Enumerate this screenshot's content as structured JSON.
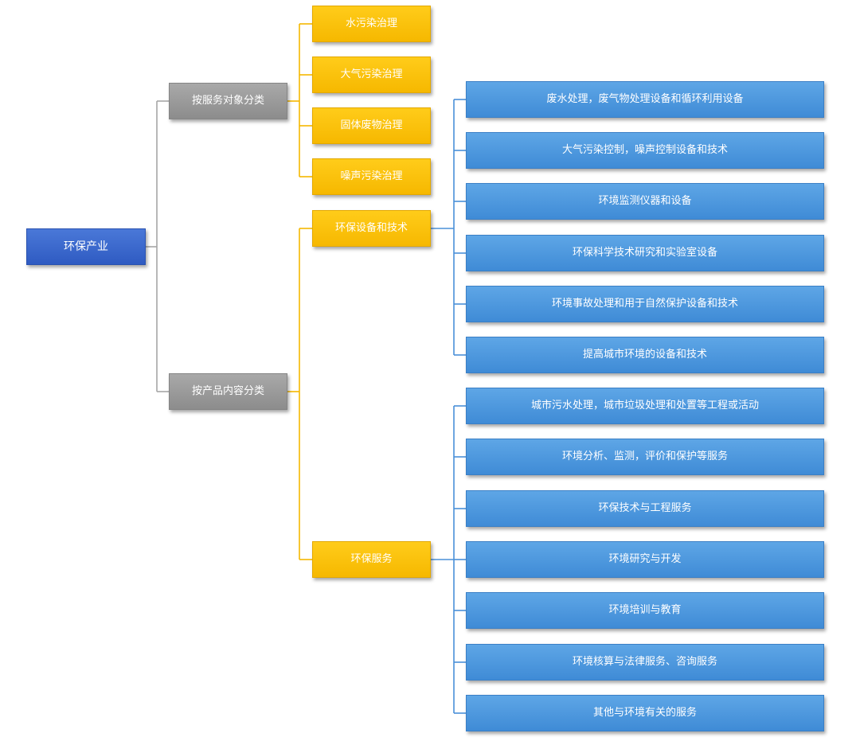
{
  "root": {
    "label": "环保产业"
  },
  "level1": [
    {
      "label": "按服务对象分类"
    },
    {
      "label": "按产品内容分类"
    }
  ],
  "service_objects": [
    {
      "label": "水污染治理"
    },
    {
      "label": "大气污染治理"
    },
    {
      "label": "固体废物治理"
    },
    {
      "label": "噪声污染治理"
    }
  ],
  "product_groups": [
    {
      "label": "环保设备和技术",
      "items": [
        {
          "label": "废水处理，废气物处理设备和循环利用设备"
        },
        {
          "label": "大气污染控制，噪声控制设备和技术"
        },
        {
          "label": "环境监测仪器和设备"
        },
        {
          "label": "环保科学技术研究和实验室设备"
        },
        {
          "label": "环境事故处理和用于自然保护设备和技术"
        },
        {
          "label": "提高城市环境的设备和技术"
        }
      ]
    },
    {
      "label": "环保服务",
      "items": [
        {
          "label": "城市污水处理，城市垃圾处理和处置等工程或活动"
        },
        {
          "label": "环境分析、监测，评价和保护等服务"
        },
        {
          "label": "环保技术与工程服务"
        },
        {
          "label": "环境研究与开发"
        },
        {
          "label": "环境培训与教育"
        },
        {
          "label": "环境核算与法律服务、咨询服务"
        },
        {
          "label": "其他与环境有关的服务"
        }
      ]
    }
  ],
  "colors": {
    "root": "#3a65c9",
    "level1": "#9a9a9a",
    "level2": "#ffc107",
    "level3": "#4a96dd",
    "line_gray": "#a6a6a6",
    "line_yellow": "#f5b800",
    "line_blue": "#4a90d9"
  }
}
